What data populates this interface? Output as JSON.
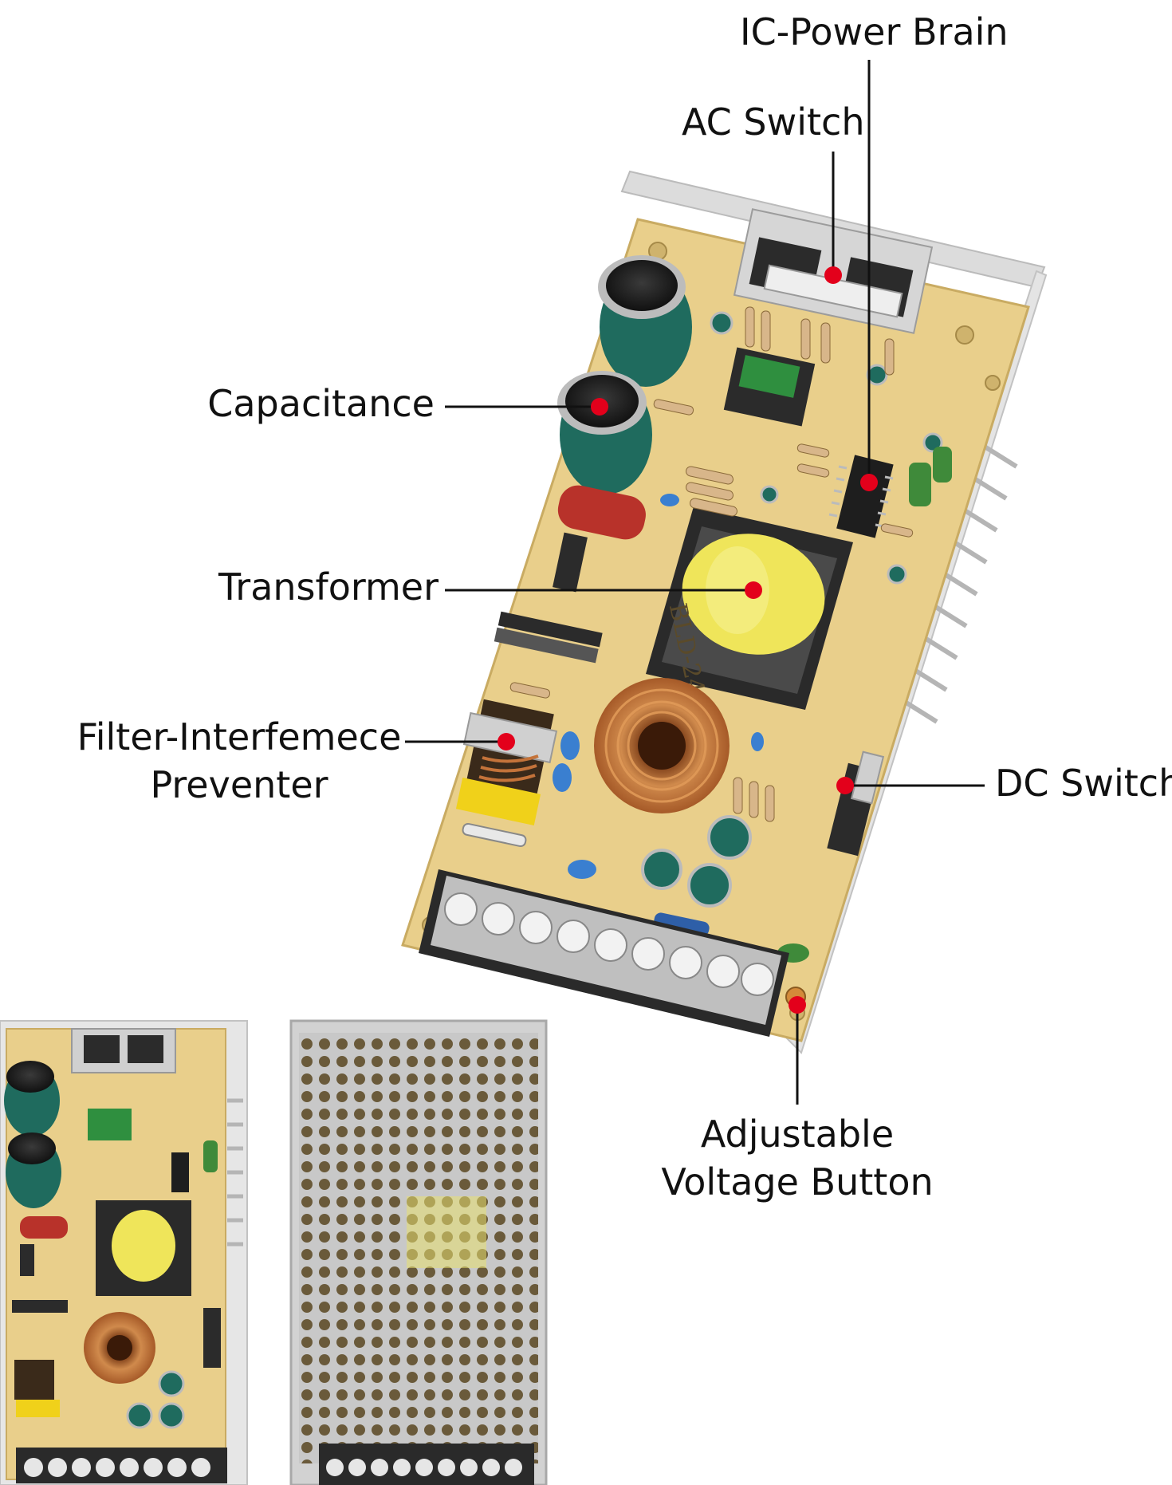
{
  "labels": {
    "ic_power_brain": "IC-Power Brain",
    "ac_switch": "AC Switch",
    "capacitance": "Capacitance",
    "transformer": "Transformer",
    "filter_line1": "Filter-Interfemece",
    "filter_line2": "Preventer",
    "dc_switch": "DC Switch",
    "adjustable_line1": "Adjustable",
    "adjustable_line2": "Voltage Button"
  },
  "board_marking": "BLD-2430",
  "colors": {
    "pcb": "#e9cf8b",
    "pcb_edge": "#c9ab62",
    "chassis": "#e6e6e6",
    "marker": "#e3001b",
    "leader": "#111111",
    "capacitor": "#1f6b5e",
    "transformer_core": "#efe55a",
    "copper": "#c4733a",
    "terminal": "#d9d9d9"
  }
}
